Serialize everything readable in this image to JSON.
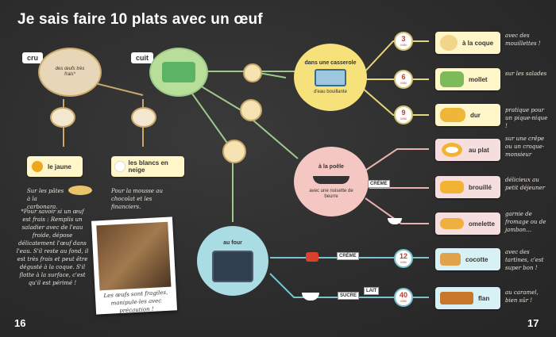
{
  "title": "Je sais faire 10 plats avec un œuf",
  "raw": {
    "badge": "cru",
    "note": "des œufs très frais*",
    "yolk_label": "le jaune",
    "white_label": "les blancs en neige",
    "yolk_note": "Sur les pâtes à la carbonara.",
    "white_note": "Pour la mousse au chocolat et les financiers."
  },
  "cooked": {
    "badge": "cuit"
  },
  "methods": {
    "pot_title": "dans une casserole",
    "pot_water": "d'eau bouillante",
    "pan_title": "à la poêle",
    "pan_butter": "avec une noisette de beurre",
    "oven_title": "au four"
  },
  "timers": [
    {
      "n": "3",
      "u": "MIN"
    },
    {
      "n": "6",
      "u": "MIN"
    },
    {
      "n": "9",
      "u": "MIN"
    },
    {
      "n": "12",
      "u": "MIN"
    },
    {
      "n": "40",
      "u": "MIN"
    }
  ],
  "dishes": [
    {
      "label": "à la coque",
      "note": "avec des mouillettes !"
    },
    {
      "label": "mollet",
      "note": "sur les salades"
    },
    {
      "label": "dur",
      "note": "pratique pour un pique-nique !"
    },
    {
      "label": "au plat",
      "note": "sur une crêpe ou un croque-monsieur"
    },
    {
      "label": "brouillé",
      "note": "délicieux au petit déjeuner"
    },
    {
      "label": "omelette",
      "note": "garnie de fromage ou de jambon…"
    },
    {
      "label": "cocotte",
      "note": "avec des tartines, c'est super bon !"
    },
    {
      "label": "flan",
      "note": "au caramel, bien sûr !"
    }
  ],
  "ingredients": {
    "milk_label": "CRÈME",
    "cream_label": "CRÈME",
    "sugar_label": "SUCRE",
    "lait_label": "LAIT"
  },
  "tip": "*Pour savoir si un œuf est frais : Remplis un saladier avec de l'eau froide, dépose délicatement l'œuf dans l'eau. S'il reste au fond, il est très frais et peut être dégusté à la coque. S'il flotte à la surface, c'est qu'il est périmé !",
  "photo_caption": "Les œufs sont fragiles, manipule-les avec précaution !",
  "page_left": "16",
  "page_right": "17",
  "colors": {
    "yellow": "#f6e17a",
    "pink": "#f4c7c3",
    "blue": "#a9dce3",
    "green": "#b8df9a",
    "line_yellow": "#e5d67a",
    "line_green": "#9fc98a"
  }
}
